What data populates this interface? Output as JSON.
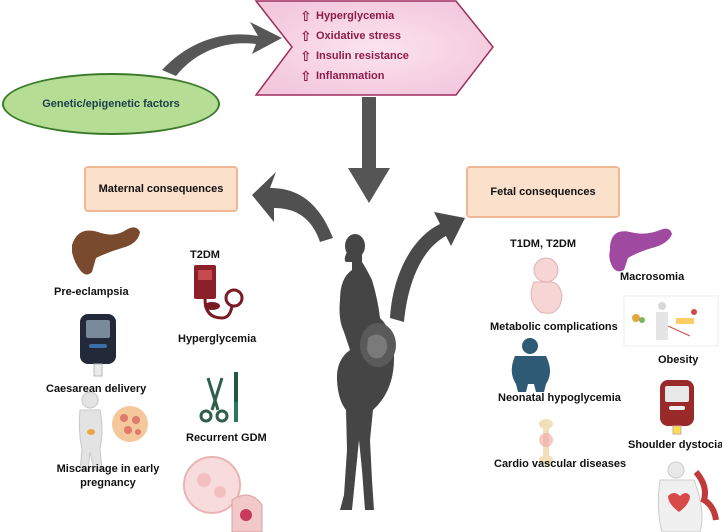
{
  "top_factors": {
    "items": [
      "Hyperglycemia",
      "Oxidative stress",
      "Insulin resistance",
      "Inflammation"
    ],
    "arrow_glyph": "⇧"
  },
  "genetic_factors": "Genetic/epigenetic factors",
  "maternal": {
    "title": "Maternal consequences",
    "labels": {
      "preeclampsia": "Pre-eclampsia",
      "t2dm": "T2DM",
      "hyperglycemia": "Hyperglycemia",
      "caesarean": "Caesarean delivery",
      "recurrent_gdm": "Recurrent GDM",
      "miscarriage": "Miscarriage in early\npregnancy"
    }
  },
  "fetal": {
    "title": "Fetal consequences",
    "labels": {
      "t1dm_t2dm": "T1DM, T2DM",
      "macrosomia": "Macrosomia",
      "metabolic": "Metabolic complications",
      "obesity": "Obesity",
      "neonatal": "Neonatal hypoglycemia",
      "shoulder": "Shoulder dystocia",
      "cardio": "Cardio vascular diseases"
    }
  },
  "colors": {
    "chevron_fill": "#f6d3e4",
    "chevron_stroke": "#9b2f5e",
    "factor_text": "#8e1c4b",
    "ellipse_fill": "#b5dd93",
    "ellipse_stroke": "#3b7a2b",
    "box_fill": "#fbe0cc",
    "box_stroke": "#f0b892",
    "arrow": "#555555",
    "silhouette": "#454545"
  },
  "icons": [
    "pancreas-icon",
    "blood-pressure-monitor-icon",
    "glucometer-icon",
    "surgical-scissors-icon",
    "woman-body-icon",
    "cells-icon",
    "fetus-uterus-icon",
    "pregnant-woman-silhouette",
    "fetus-icon",
    "obese-child-icon",
    "bone-icon",
    "obesity-diagram-icon",
    "heart-artery-icon"
  ]
}
